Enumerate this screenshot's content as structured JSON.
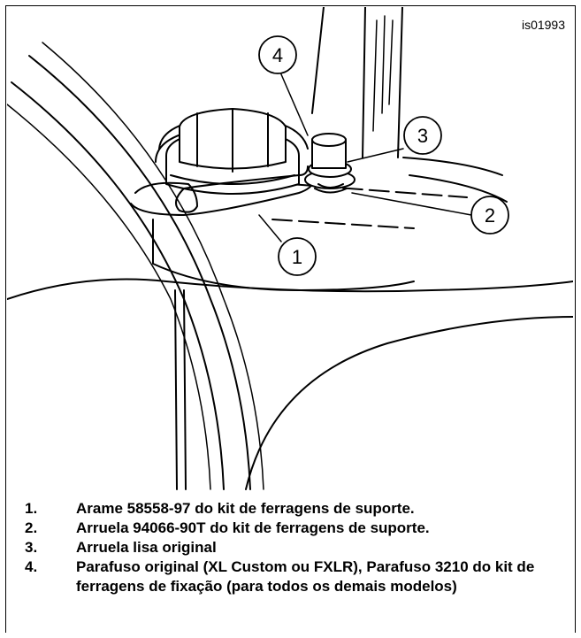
{
  "figure": {
    "id": "is01993"
  },
  "callouts": [
    {
      "number": "1",
      "label": "1"
    },
    {
      "number": "2",
      "label": "2"
    },
    {
      "number": "3",
      "label": "3"
    },
    {
      "number": "4",
      "label": "4"
    }
  ],
  "legend": [
    {
      "number": "1.",
      "text": "Arame 58558-97 do kit de ferragens de suporte."
    },
    {
      "number": "2.",
      "text": "Arruela 94066-90T do kit de ferragens de suporte."
    },
    {
      "number": "3.",
      "text": "Arruela lisa original"
    },
    {
      "number": "4.",
      "text": "Parafuso original (XL Custom ou FXLR), Parafuso 3210 do kit de ferragens de fixação (para todos os demais modelos)"
    }
  ]
}
